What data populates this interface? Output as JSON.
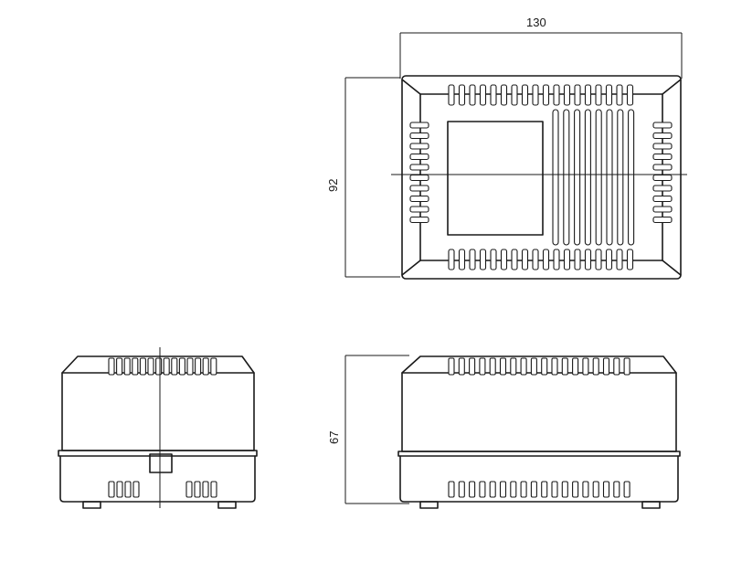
{
  "drawing": {
    "dimensions": {
      "width": "130",
      "depth": "92",
      "height": "67"
    }
  }
}
